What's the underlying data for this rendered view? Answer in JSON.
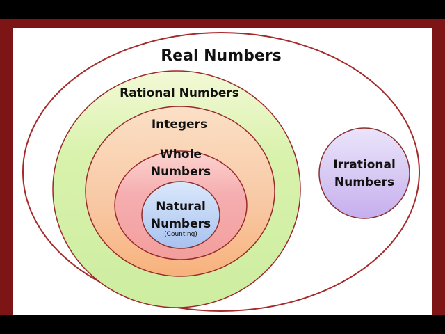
{
  "colors": {
    "page_background": "#000000",
    "frame": "#7d1517",
    "real_outline": "#a52a2a",
    "rational_fill": "#d6f0a8",
    "integers_fill": "#f9c9a6",
    "whole_fill": "#f5a4a6",
    "natural_fill": "#bcd3f3",
    "irrational_fill": "#d7c7f0"
  },
  "diagram": {
    "real_numbers": "Real Numbers",
    "rational_numbers": "Rational Numbers",
    "integers": "Integers",
    "whole_numbers": "Whole Numbers",
    "natural_numbers": "Natural Numbers",
    "natural_note": "(Counting)",
    "irrational_numbers": "Irrational Numbers"
  }
}
